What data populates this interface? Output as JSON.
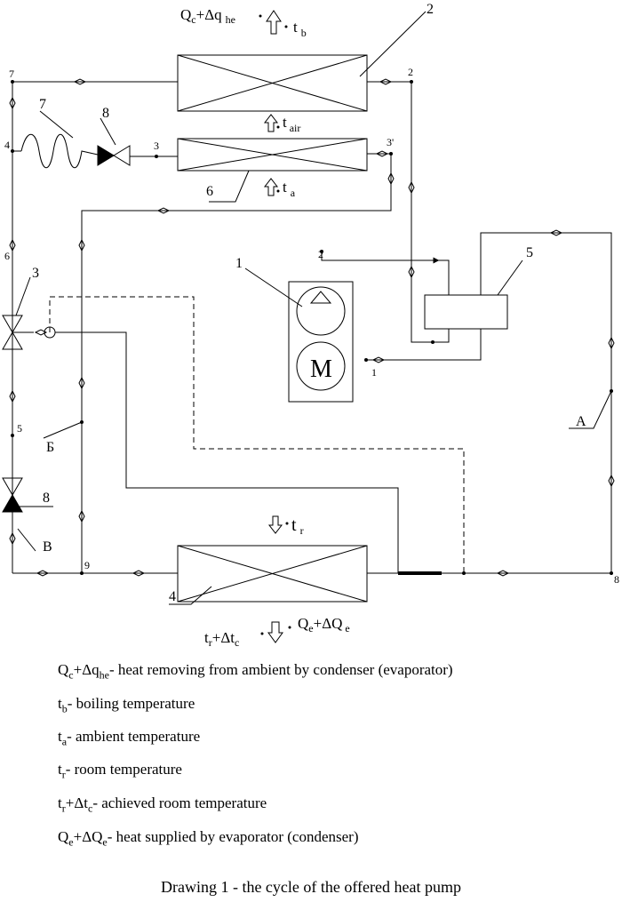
{
  "labels": {
    "Qc_top": {
      "main": "Q",
      "sub1": "c",
      "mid": "+Δq",
      "sub2": "he",
      "t": "t",
      "tsub": "b"
    },
    "t_air": {
      "t": "t",
      "sub": "air"
    },
    "t_a": {
      "t": "t",
      "sub": "a"
    },
    "t_r": {
      "t": "t",
      "sub": "r"
    },
    "bottom": {
      "t1": "t",
      "s1": "r",
      "plus": "+Δt",
      "s2": "c",
      "q": "Q",
      "qs": "e",
      "dq": "+ΔQ",
      "dqs": "e"
    }
  },
  "component_numbers": [
    "1",
    "2",
    "3",
    "4",
    "5",
    "6",
    "7",
    "8",
    "8"
  ],
  "point_numbers": {
    "p7": "7",
    "p4": "4",
    "p6": "6",
    "p5": "5",
    "p9": "9",
    "p8": "8",
    "p2a": "2",
    "p2b": "2",
    "p3": "3",
    "p3p": "3'",
    "p1": "1"
  },
  "letters": {
    "A": "A",
    "B": "Б",
    "V": "В"
  },
  "motor_label": "M",
  "legend": [
    {
      "q": "Q",
      "s1": "c",
      "mid": "+Δq",
      "s2": "he",
      "text": "- heat removing from ambient by condenser (evaporator)"
    },
    {
      "q": "t",
      "s1": "b",
      "text": "- boiling temperature"
    },
    {
      "q": "t",
      "s1": "a",
      "text": "- ambient temperature"
    },
    {
      "q": "t",
      "s1": "r",
      "text": "- room temperature"
    },
    {
      "q": "t",
      "s1": "r",
      "mid": "+Δt",
      "s2": "c",
      "text": "- achieved room temperature"
    },
    {
      "q": "Q",
      "s1": "e",
      "mid": "+ΔQ",
      "s2": "e",
      "text": "- heat supplied by  evaporator (condenser)"
    }
  ],
  "caption": "Drawing 1 - the cycle of the offered heat pump"
}
